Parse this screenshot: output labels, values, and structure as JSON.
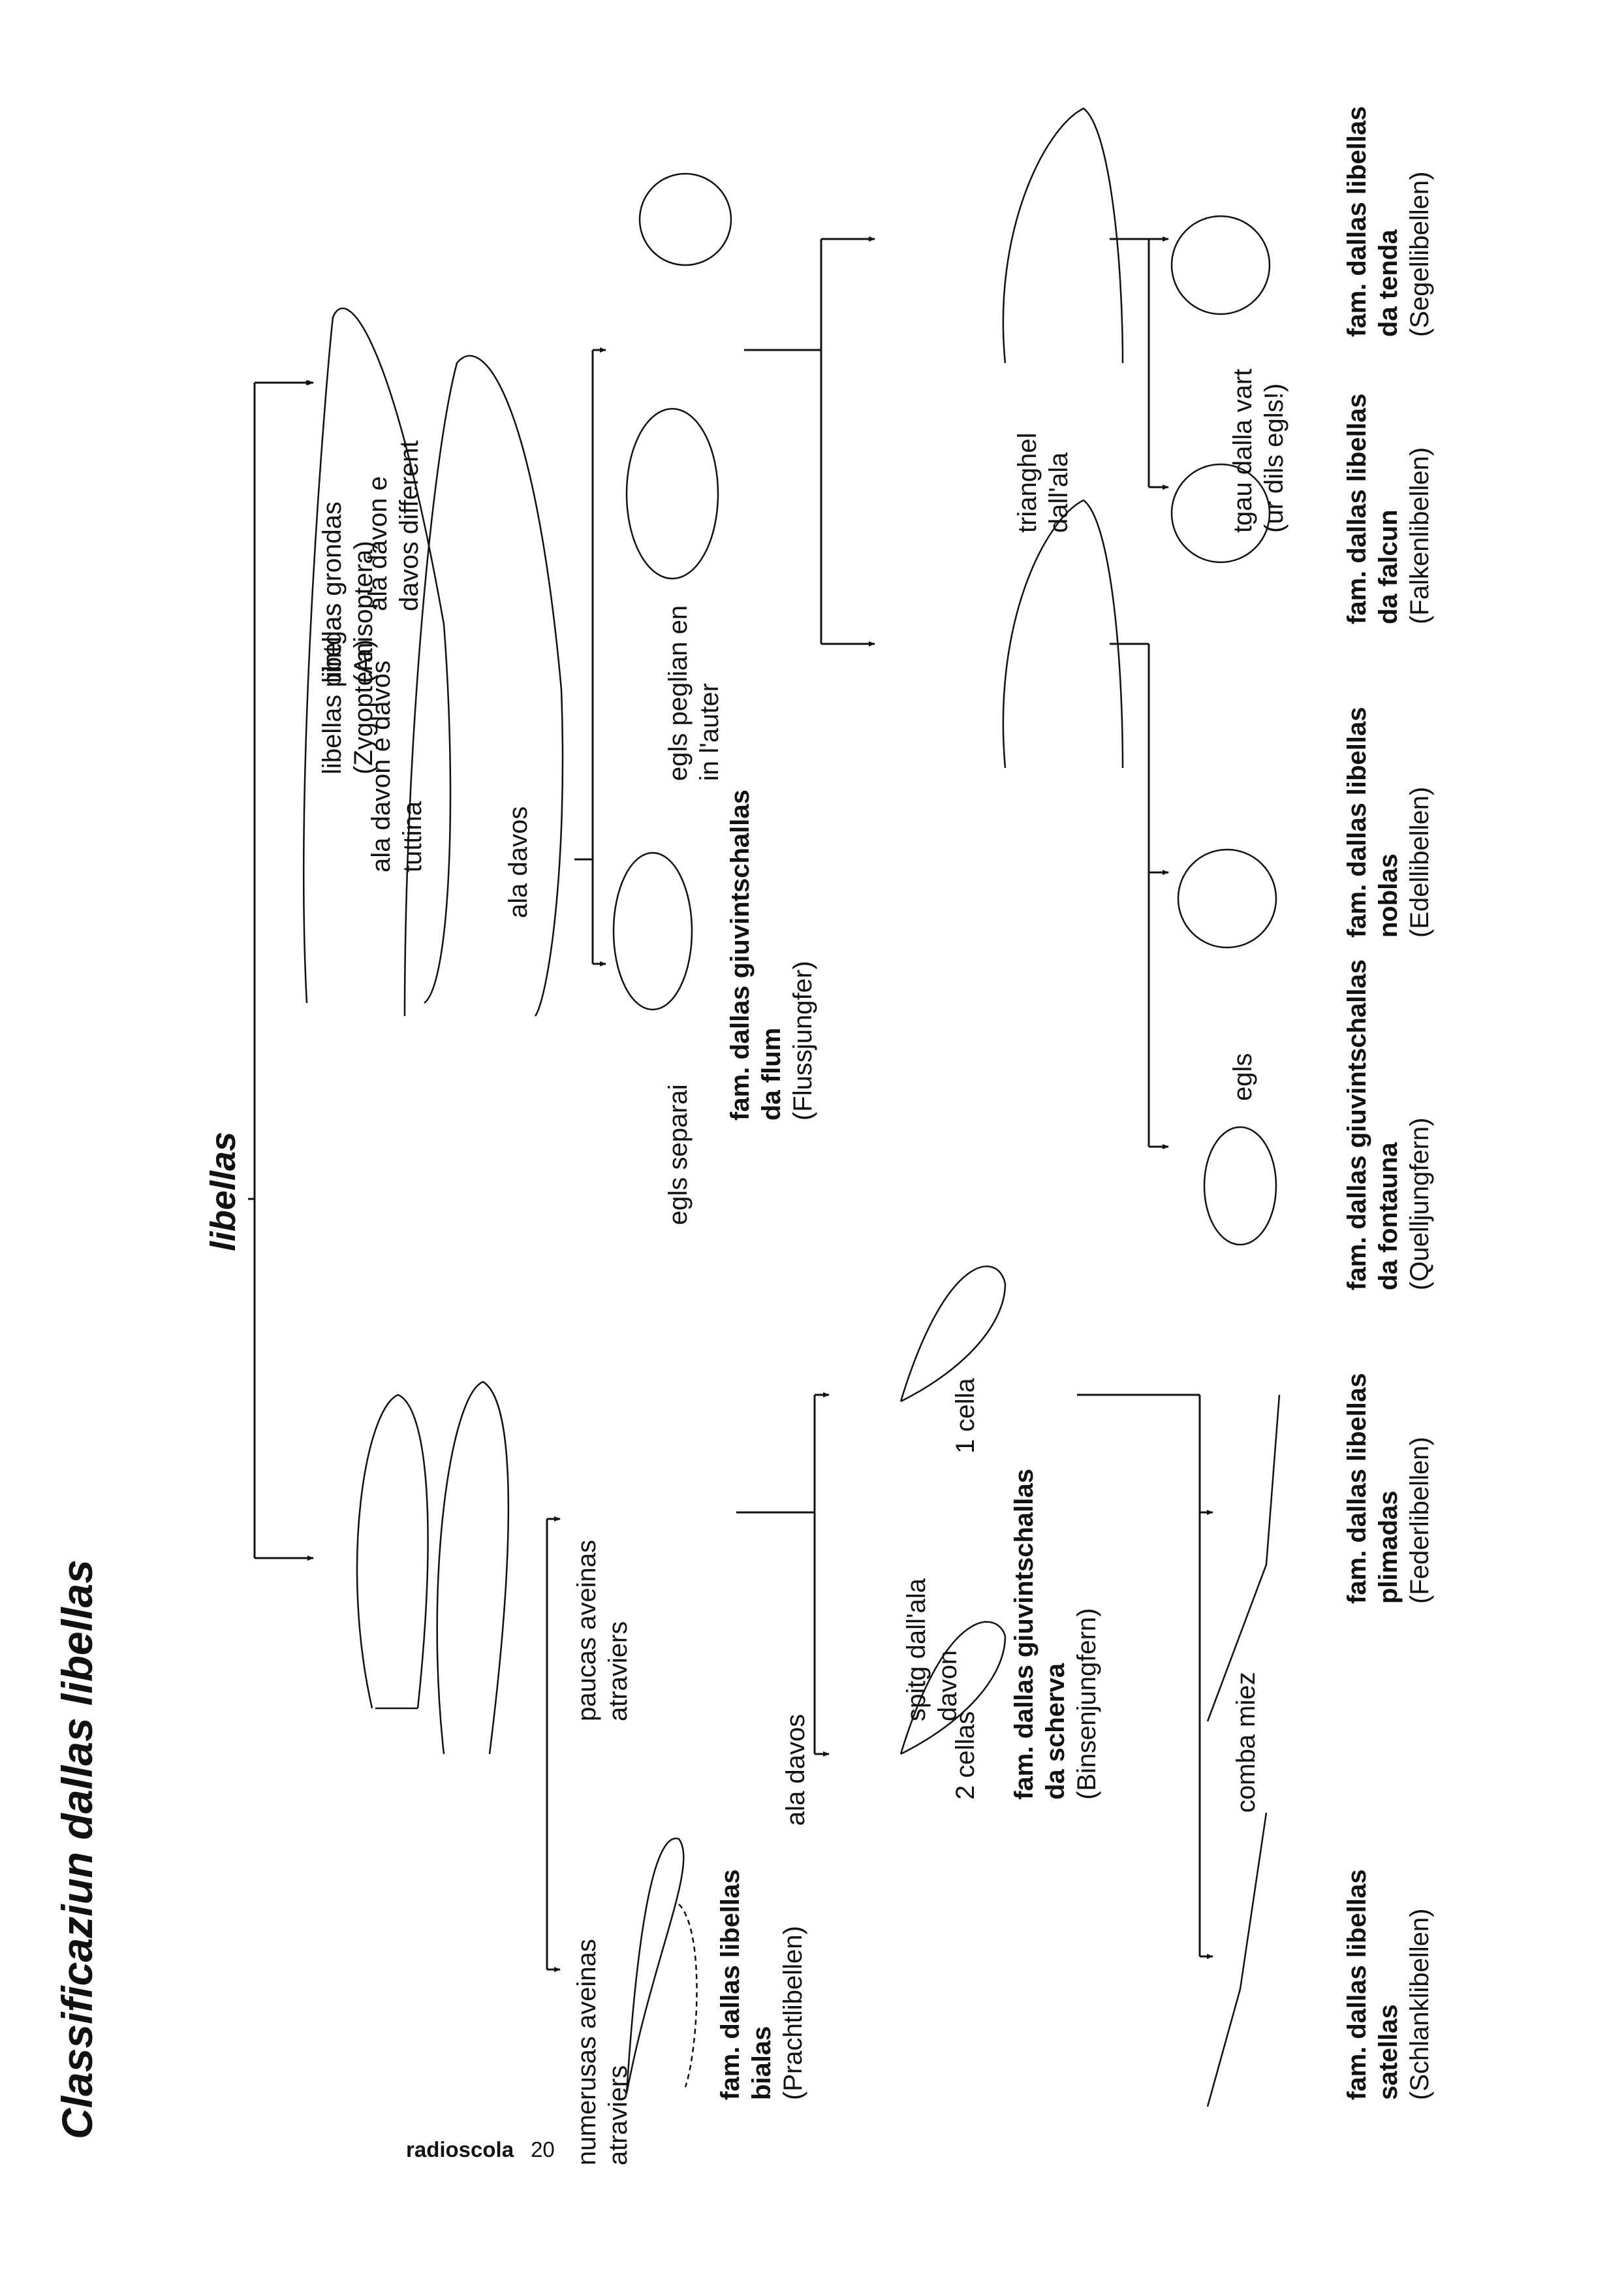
{
  "title": "Classificaziun dallas libellas",
  "root_label": "libellas",
  "branches": {
    "zygoptera": "libellas pintgas\n(Zygoptera)",
    "anisoptera": "libellas grondas\n(Anisoptera)"
  },
  "notes": {
    "zyg_wings": "ala davon e davos\ntuttina",
    "zyg_hindwing": "ala davos",
    "many_veins": "numerusas aveinas\natraviers",
    "few_veins": "paucas aveinas\natraviers",
    "wing_tip": "spitg dall'ala\ndavon",
    "two_cells": "2 cellas",
    "one_cell": "1 cella",
    "middle_leg": "comba miez",
    "ani_wings": "ala davon e\ndavos different",
    "ani_hindwing": "ala davos",
    "eyes_separate": "egls separai",
    "eyes_touch": "egls peglian en\nin l'auter",
    "eyes": "egls",
    "triangle": "trianghel\ndall'ala",
    "back_face": "tgau dalla vart\n(ur dils egls!)"
  },
  "families": [
    {
      "id": "bialas",
      "name": "fam. dallas libellas\nbialas",
      "german": "(Prachtlibellen)"
    },
    {
      "id": "scherva",
      "name": "fam. dallas giuvintschallas\nda scherva",
      "german": "(Binsenjungfern)"
    },
    {
      "id": "satellas",
      "name": "fam. dallas libellas\nsatellas",
      "german": "(Schlanklibellen)"
    },
    {
      "id": "plimadas",
      "name": "fam. dallas libellas\nplimadas",
      "german": "(Federlibellen)"
    },
    {
      "id": "flum",
      "name": "fam. dallas giuvintschallas\nda flum",
      "german": "(Flussjungfer)"
    },
    {
      "id": "fontauna",
      "name": "fam. dallas giuvintschallas\nda fontauna",
      "german": "(Quelljungfern)"
    },
    {
      "id": "noblas",
      "name": "fam. dallas libellas\nnoblas",
      "german": "(Edellibellen)"
    },
    {
      "id": "falcun",
      "name": "fam. dallas libellas\nda falcun",
      "german": "(Falkenlibellen)"
    },
    {
      "id": "tenda",
      "name": "fam. dallas libellas\nda tenda",
      "german": "(Segellibellen)"
    }
  ],
  "footer": {
    "brand": "radioscola",
    "page": "20"
  }
}
